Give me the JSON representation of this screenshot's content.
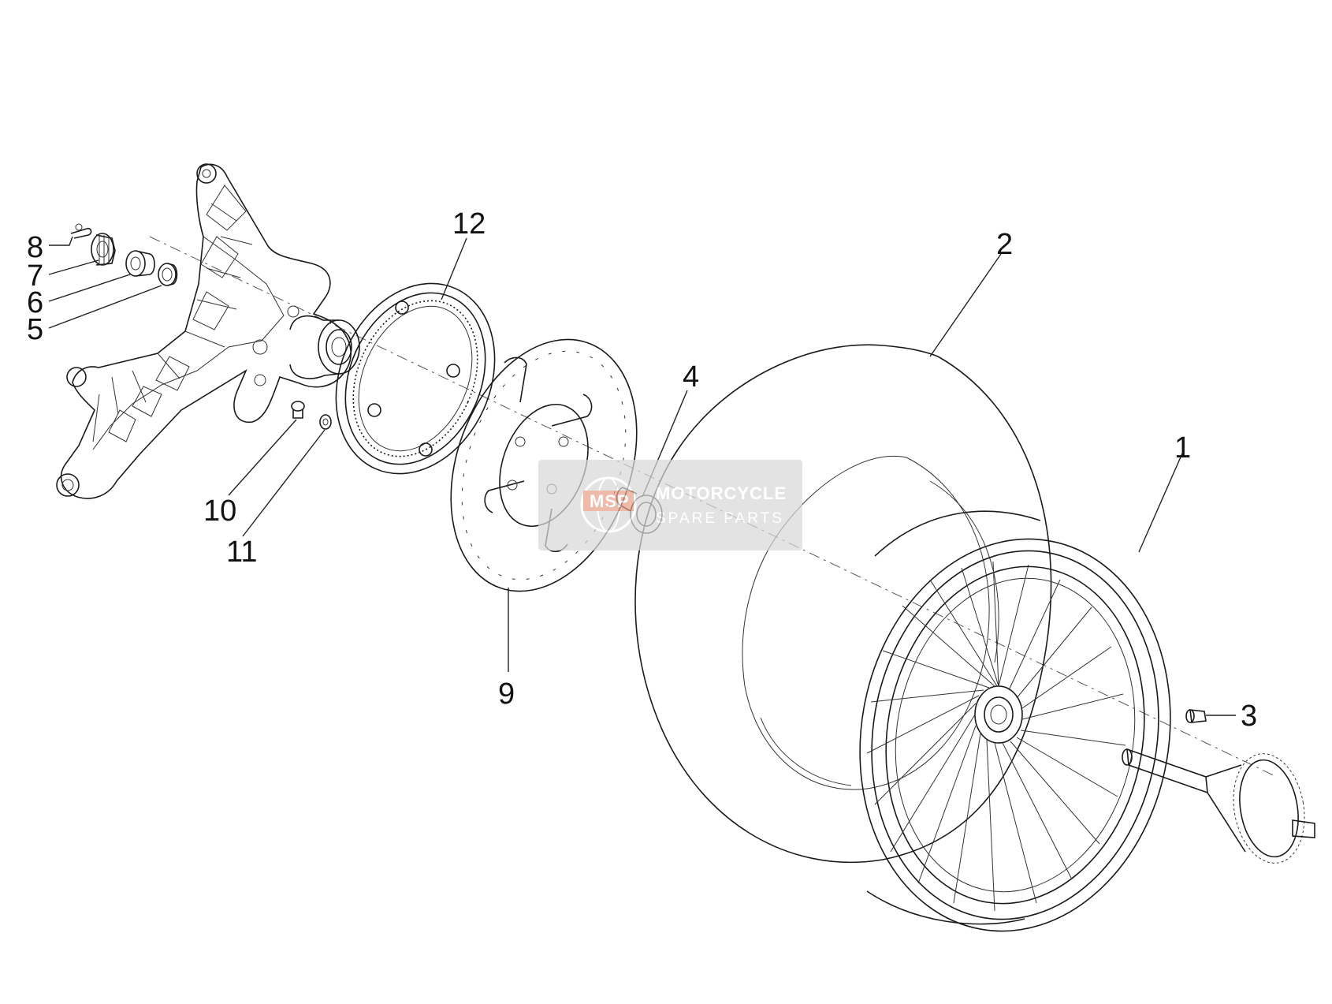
{
  "parts": [
    {
      "id": "1",
      "label": "1"
    },
    {
      "id": "2",
      "label": "2"
    },
    {
      "id": "3",
      "label": "3"
    },
    {
      "id": "4",
      "label": "4"
    },
    {
      "id": "5",
      "label": "5"
    },
    {
      "id": "6",
      "label": "6"
    },
    {
      "id": "7",
      "label": "7"
    },
    {
      "id": "8",
      "label": "8"
    },
    {
      "id": "9",
      "label": "9"
    },
    {
      "id": "10",
      "label": "10"
    },
    {
      "id": "11",
      "label": "11"
    },
    {
      "id": "12",
      "label": "12"
    }
  ],
  "watermark": {
    "line1": "MOTORCYCLE",
    "line2": "SPARE PARTS",
    "logo_text": "MSP"
  },
  "colors": {
    "line": "#1a1a1a",
    "watermark_bg": "#d9d9d9",
    "watermark_accent": "#e8a08a"
  }
}
